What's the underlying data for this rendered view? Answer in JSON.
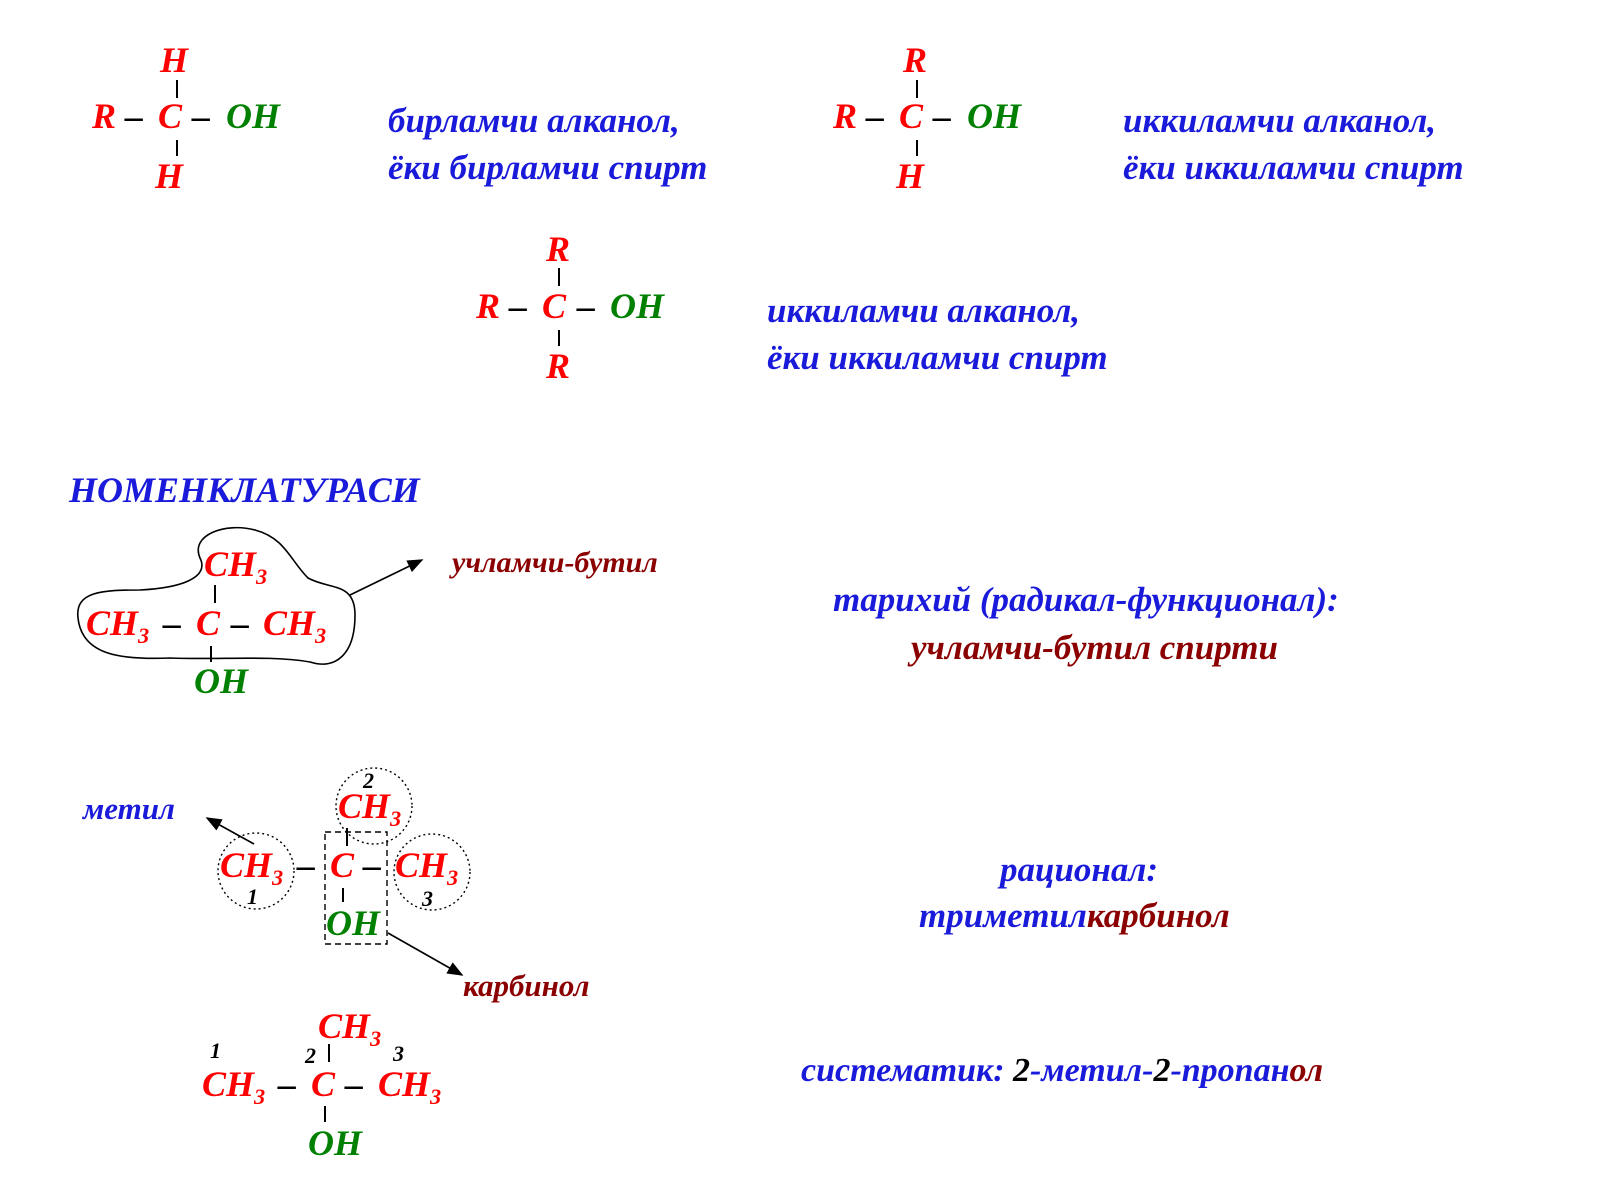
{
  "atoms": {
    "H": "H",
    "R": "R",
    "C": "C",
    "OH": "OH",
    "CH": "CH",
    "sub3": "3",
    "dash": "–"
  },
  "primary": {
    "line1": "бирламчи алканол,",
    "line2": "ёки бирламчи спирт"
  },
  "secondary": {
    "line1": "иккиламчи алканол,",
    "line2": "ёки иккиламчи спирт"
  },
  "tertiary": {
    "line1": "иккиламчи алканол,",
    "line2": "ёки иккиламчи спирт"
  },
  "nomenclature": {
    "heading": "НОМЕНКЛАТУРАСИ",
    "radical_label": "учламчи-бутил",
    "historical_line1": "тарихий (радикал-функционал):",
    "historical_line2": "учламчи-бутил спирти",
    "methyl_label": "метил",
    "carbinol_label": "карбинол",
    "rational_line1": "рационал:",
    "rational_prefix": "триметил",
    "rational_suffix": "карбинол",
    "systematic_label": "систематик: ",
    "sys_num1": "2",
    "sys_part1": "-метил-",
    "sys_num2": "2",
    "sys_part2": "-пропан",
    "sys_suffix": "ол",
    "num1": "1",
    "num2": "2",
    "num3": "3"
  },
  "colors": {
    "atoms_red": "#ff0000",
    "hydroxyl_green": "#008000",
    "text_blue": "#1a1adb",
    "text_maroon": "#8b0000"
  }
}
